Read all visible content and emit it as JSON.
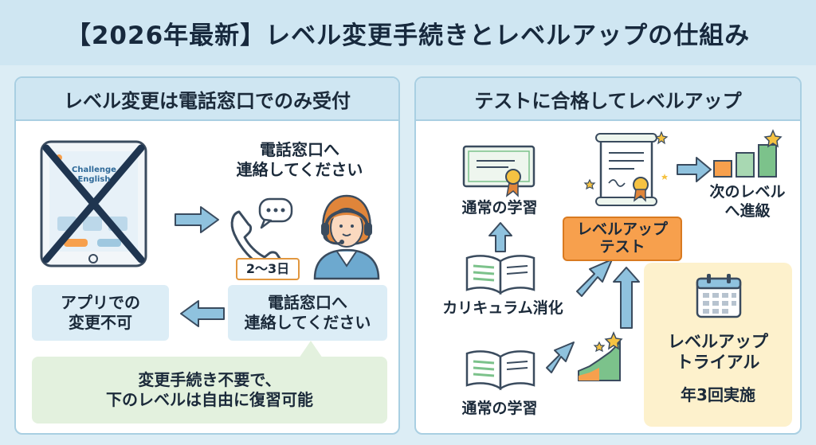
{
  "title": "【2026年最新】レベル変更手続きとレベルアップの仕組み",
  "left_panel": {
    "heading": "レベル変更は電話窓口でのみ受付",
    "tablet_app_title": "Challenge English",
    "phone_caption": "電話窓口へ\n連絡してください",
    "duration_badge": "2〜3日",
    "contact_box": "電話窓口へ\n連絡してください",
    "app_box": "アプリでの\n変更不可",
    "note_box": "変更手続き不要で、\n下のレベルは自由に復習可能"
  },
  "right_panel": {
    "heading": "テストに合格してレベルアップ",
    "study_top": "通常の学習",
    "curriculum": "カリキュラム消化",
    "study_bottom": "通常の学習",
    "test_box": "レベルアップ\nテスト",
    "next_level": "次のレベル\nへ進級",
    "trial_title": "レベルアップ\nトライアル",
    "trial_freq": "年3回実施"
  },
  "colors": {
    "accent_blue": "#7fb6d6",
    "orange": "#f7a04d",
    "green": "#7cc28b",
    "star": "#f5c242",
    "dark_navy": "#1f3550"
  }
}
